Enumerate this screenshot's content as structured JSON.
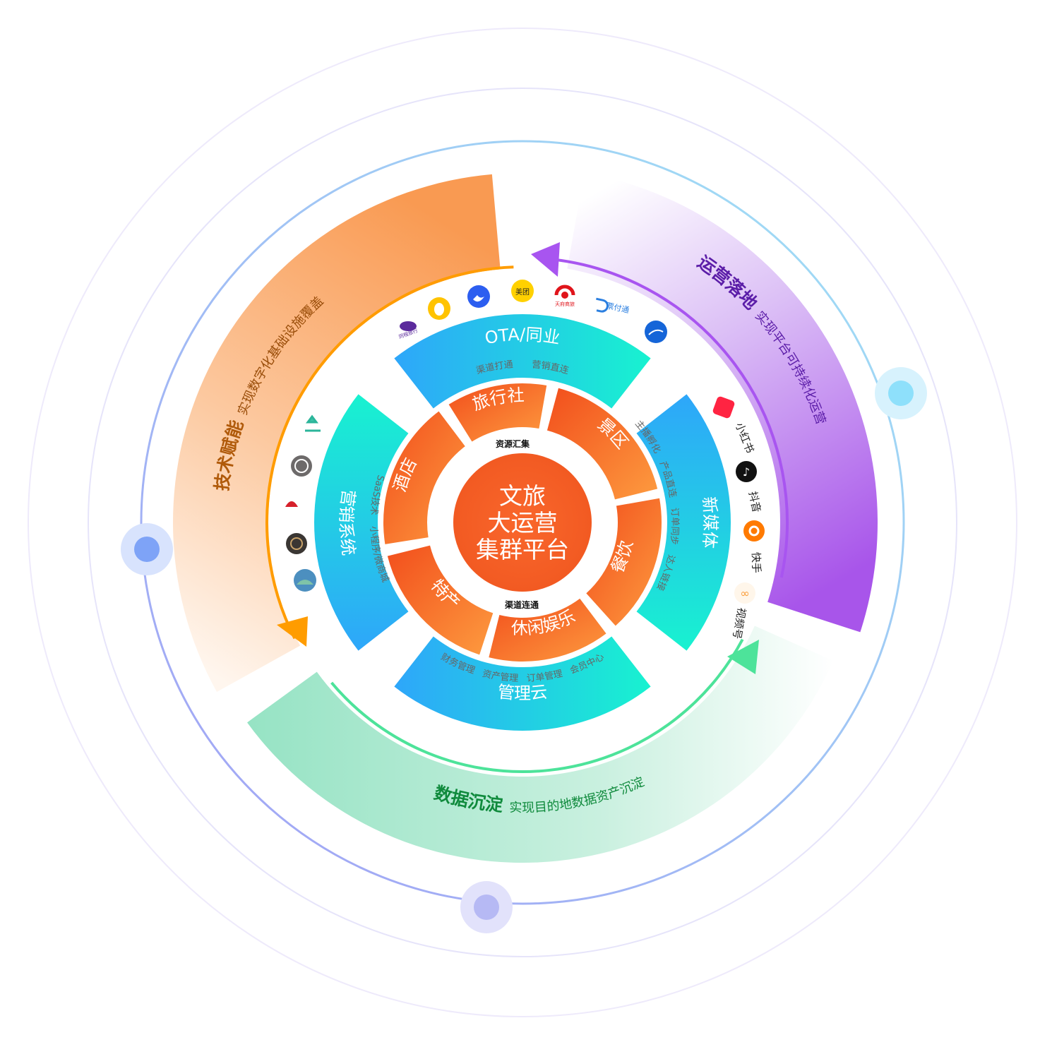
{
  "center": {
    "line1": "文旅",
    "line2": "大运营",
    "line3": "集群平台"
  },
  "inner_labels": {
    "top": "资源汇集",
    "bottom": "渠道连通"
  },
  "segments": [
    {
      "label": "旅行社"
    },
    {
      "label": "景区"
    },
    {
      "label": "餐饮"
    },
    {
      "label": "休闲娱乐"
    },
    {
      "label": "特产"
    },
    {
      "label": "酒店"
    }
  ],
  "bands": {
    "top": {
      "label": "OTA/同业",
      "subs": [
        "渠道打通",
        "营销直连"
      ]
    },
    "left": {
      "label": "营销系统",
      "subs": [
        "SaaS技术",
        "小程序/微商城"
      ]
    },
    "right": {
      "label": "新媒体",
      "subs": [
        "主播孵化",
        "产品直连",
        "订单同步",
        "达人链接"
      ]
    },
    "bottom": {
      "label": "管理云",
      "subs": [
        "财务管理",
        "资产管理",
        "订单管理",
        "会员中心"
      ]
    }
  },
  "arcs": {
    "tech": {
      "title": "技术赋能",
      "subtitle": "实现数字化基础设施覆盖",
      "color": "#f7933f"
    },
    "ops": {
      "title": "运营落地",
      "subtitle": "实现平台可持续化运营",
      "color": "#a855f0"
    },
    "data": {
      "title": "数据沉淀",
      "subtitle": "实现目的地数据资产沉淀",
      "color": "#2fc37a"
    }
  },
  "ota_logos": [
    {
      "name": "同程旅行",
      "color": "#5b2a9c"
    },
    {
      "name": "飞猪",
      "color": "#ffc300"
    },
    {
      "name": "携程",
      "color": "#2c5ef0"
    },
    {
      "name": "美团",
      "color": "#ffd100"
    },
    {
      "name": "天府商旅",
      "color": "#e0141b"
    },
    {
      "name": "票付通",
      "color": "#2b7fe0"
    },
    {
      "name": "途牛",
      "color": "#1565d8"
    }
  ],
  "media": [
    {
      "label": "小红书",
      "color": "#ff2442"
    },
    {
      "label": "抖音",
      "color": "#111111"
    },
    {
      "label": "快手",
      "color": "#ff7a00"
    },
    {
      "label": "视频号",
      "color": "#fa9d3b"
    }
  ],
  "colors": {
    "orange_start": "#f24e1c",
    "orange_end": "#fd9b3f",
    "blue_start": "#2ea6fa",
    "blue_end": "#18f2d0"
  }
}
